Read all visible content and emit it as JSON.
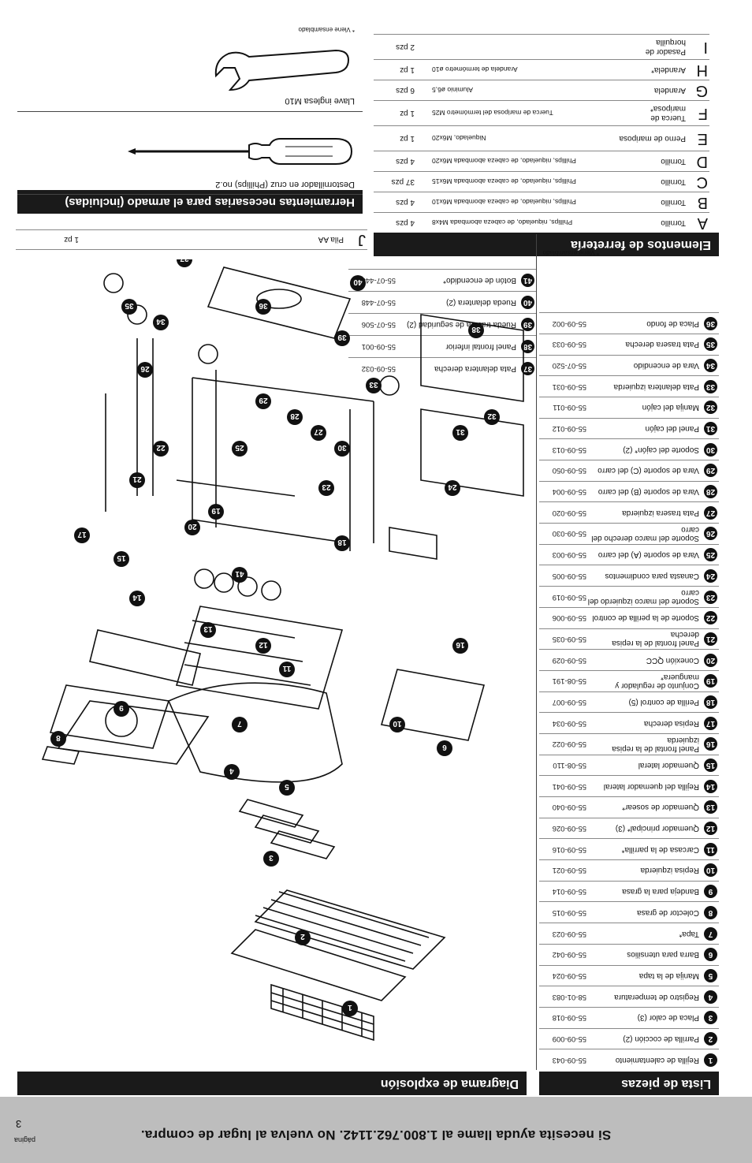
{
  "footer": {
    "help_text": "Si necesita ayuda llame al 1.800.762.1142. No vuelva al lugar de compra.",
    "page_word": "página",
    "page_number": "3"
  },
  "sections": {
    "parts_list": "Lista de piezas",
    "exploded": "Diagrama de explosión",
    "hardware": "Elementos de ferretería",
    "tools": "Herramientas necesarias para el armado (incluidas)"
  },
  "assembled_note": "* Viene ensamblado",
  "parts": [
    {
      "n": "1",
      "name": "Rejilla de calentamiento",
      "code": "55-09-043"
    },
    {
      "n": "2",
      "name": "Parrilla de cocción (2)",
      "code": "55-09-009"
    },
    {
      "n": "3",
      "name": "Placa de calor (3)",
      "code": "55-09-018"
    },
    {
      "n": "4",
      "name": "Registro de temperatura",
      "code": "58-01-083"
    },
    {
      "n": "5",
      "name": "Manija de la tapa",
      "code": "55-09-024"
    },
    {
      "n": "6",
      "name": "Barra para utensilios",
      "code": "55-09-042"
    },
    {
      "n": "7",
      "name": "Tapa*",
      "code": "55-09-023"
    },
    {
      "n": "8",
      "name": "Colector de grasa",
      "code": "55-09-015"
    },
    {
      "n": "9",
      "name": "Bandeja para la grasa",
      "code": "55-09-014"
    },
    {
      "n": "10",
      "name": "Repisa izquierda",
      "code": "55-09-021"
    },
    {
      "n": "11",
      "name": "Carcasa de la parrilla*",
      "code": "55-09-016"
    },
    {
      "n": "12",
      "name": "Quemador principal* (3)",
      "code": "55-09-026"
    },
    {
      "n": "13",
      "name": "Quemador de sosear*",
      "code": "55-09-040"
    },
    {
      "n": "14",
      "name": "Rejilla del quemador lateral",
      "code": "55-09-041"
    },
    {
      "n": "15",
      "name": "Quemador lateral",
      "code": "55-08-110"
    },
    {
      "n": "16",
      "name": "Panel frontal de la repisa izquierda",
      "code": "55-09-022"
    },
    {
      "n": "17",
      "name": "Repisa derecha",
      "code": "55-09-034"
    },
    {
      "n": "18",
      "name": "Perilla de control (5)",
      "code": "55-09-007"
    },
    {
      "n": "19",
      "name": "Conjunto de regulador y manguera*",
      "code": "55-08-191"
    },
    {
      "n": "20",
      "name": "Conexión QCC",
      "code": "55-09-029"
    },
    {
      "n": "21",
      "name": "Panel frontal de la repisa derecha",
      "code": "55-09-035"
    },
    {
      "n": "22",
      "name": "Soporte de la perilla de control",
      "code": "55-09-006"
    },
    {
      "n": "23",
      "name": "Soporte del marco izquierdo del carro",
      "code": "55-09-019"
    },
    {
      "n": "24",
      "name": "Canasta para condimentos",
      "code": "55-09-005"
    },
    {
      "n": "25",
      "name": "Vara de soporte (A) del carro",
      "code": "55-09-003"
    },
    {
      "n": "26",
      "name": "Soporte del marco derecho del carro",
      "code": "55-09-030"
    },
    {
      "n": "27",
      "name": "Pata trasera izquierda",
      "code": "55-09-020"
    },
    {
      "n": "28",
      "name": "Vara de soporte (B) del carro",
      "code": "55-09-004"
    },
    {
      "n": "29",
      "name": "Vara de soporte (C) del carro",
      "code": "55-09-050"
    },
    {
      "n": "30",
      "name": "Soporte del cajón* (2)",
      "code": "55-09-013"
    },
    {
      "n": "31",
      "name": "Panel del cajón",
      "code": "55-09-012"
    },
    {
      "n": "32",
      "name": "Manija del cajón",
      "code": "55-09-011"
    },
    {
      "n": "33",
      "name": "Pata delantera izquierda",
      "code": "55-09-031"
    },
    {
      "n": "34",
      "name": "Vara de encendido",
      "code": "55-07-520"
    },
    {
      "n": "35",
      "name": "Pata trasera derecha",
      "code": "55-09-033"
    },
    {
      "n": "36",
      "name": "Placa de fondo",
      "code": "55-09-002"
    }
  ],
  "parts_extra": [
    {
      "n": "37",
      "name": "Pata delantera derecha",
      "code": "55-09-032"
    },
    {
      "n": "38",
      "name": "Panel frontal inferior",
      "code": "55-09-001"
    },
    {
      "n": "39",
      "name": "Rueda trasera de seguridad (2)",
      "code": "55-07-506"
    },
    {
      "n": "40",
      "name": "Rueda delantera (2)",
      "code": "55-07-448"
    },
    {
      "n": "41",
      "name": "Botón de encendido*",
      "code": "55-07-448"
    }
  ],
  "hardware": [
    {
      "l": "A",
      "name": "Tornillo",
      "desc": "Phillips, niquelado, de cabeza abombada M4x8",
      "qty": "4 pzs"
    },
    {
      "l": "B",
      "name": "Tornillo",
      "desc": "Phillips, niquelado, de cabeza abombada M6x10",
      "qty": "4 pzs"
    },
    {
      "l": "C",
      "name": "Tornillo",
      "desc": "Phillips, niquelado, de cabeza abombada M6x15",
      "qty": "37 pzs"
    },
    {
      "l": "D",
      "name": "Tornillo",
      "desc": "Phillips, niquelado, de cabeza abombada M6x20",
      "qty": "4 pzs"
    },
    {
      "l": "E",
      "name": "Perno de mariposa",
      "desc": "Niquelado, M6x20",
      "qty": "1 pz"
    },
    {
      "l": "F",
      "name": "Tuerca de mariposa*",
      "desc": "Tuerca de mariposa del termómetro M25",
      "qty": "1 pz"
    },
    {
      "l": "G",
      "name": "Arandela",
      "desc": "Aluminio ø6,5",
      "qty": "6 pzs"
    },
    {
      "l": "H",
      "name": "Arandela*",
      "desc": "Arandela de termómetro ø10",
      "qty": "1 pz"
    },
    {
      "l": "I",
      "name": "Pasador de horquilla",
      "desc": "",
      "qty": "2 pzs"
    }
  ],
  "hardware_j": {
    "l": "J",
    "name": "Pila AA",
    "qty": "1 pz"
  },
  "tools": {
    "screwdriver": "Destornillador en cruz (Phillips) no.2",
    "wrench": "Llave inglesa M10",
    "note": "* Viene ensamblado"
  }
}
